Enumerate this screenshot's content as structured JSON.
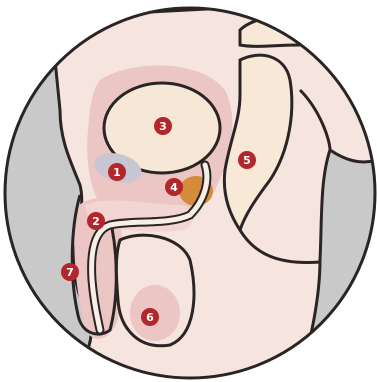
{
  "diagram": {
    "markers": [
      {
        "id": "marker-1",
        "label": "1"
      },
      {
        "id": "marker-2",
        "label": "2"
      },
      {
        "id": "marker-3",
        "label": "3"
      },
      {
        "id": "marker-4",
        "label": "4"
      },
      {
        "id": "marker-5",
        "label": "5"
      },
      {
        "id": "marker-6",
        "label": "6"
      },
      {
        "id": "marker-7",
        "label": "7"
      }
    ],
    "colors": {
      "skin": "#f6e5df",
      "tissue_pink": "#ecc6c4",
      "tissue_light": "#f3d6d3",
      "bladder": "#f6e7d7",
      "bone": "#f7e8d8",
      "prostate": "#d48b3a",
      "gray_region": "#c9c6d3",
      "background_gray": "#c9c9c9",
      "outline": "#2b2424",
      "marker": "#b3262c"
    }
  }
}
